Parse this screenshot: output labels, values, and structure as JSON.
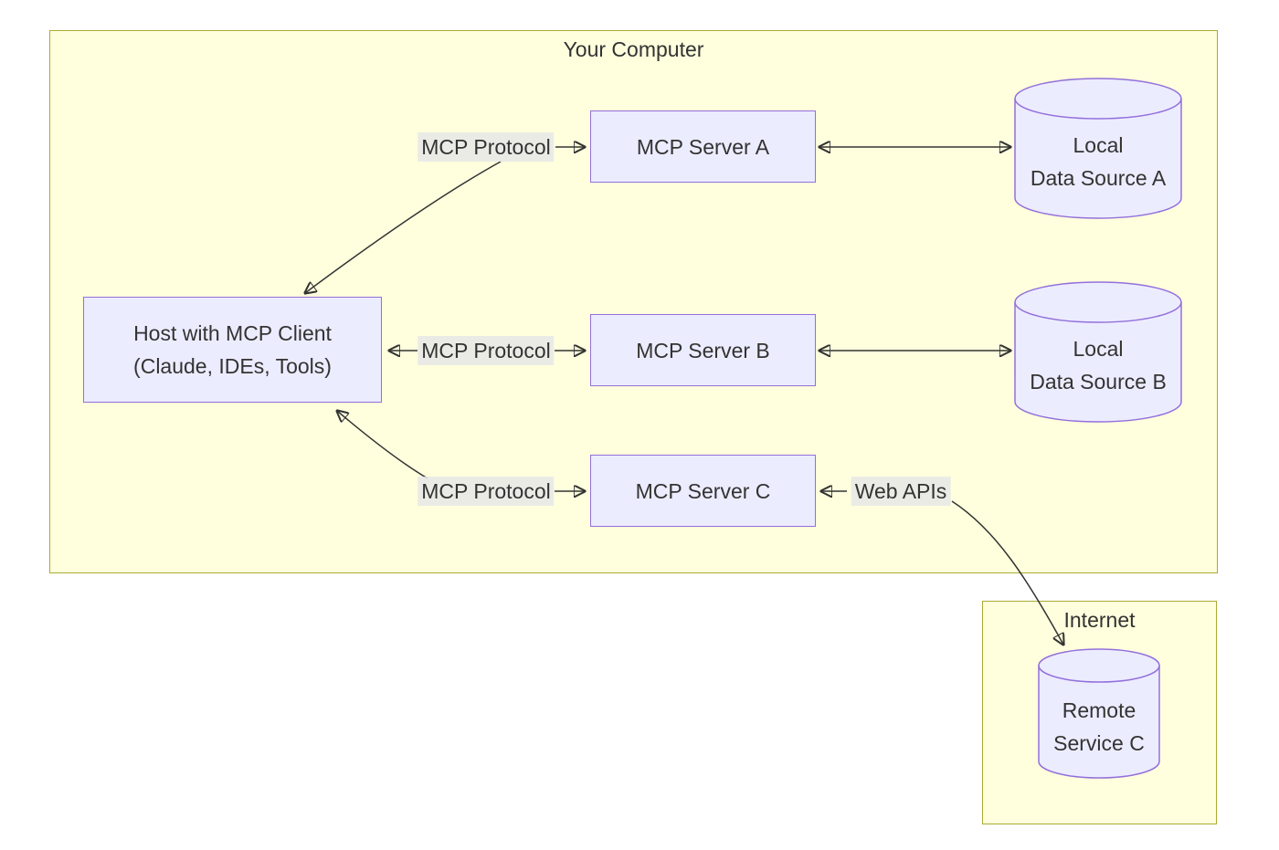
{
  "clusters": {
    "your_computer": {
      "label": "Your Computer"
    },
    "internet": {
      "label": "Internet"
    }
  },
  "nodes": {
    "host": {
      "line1": "Host with MCP Client",
      "line2": "(Claude, IDEs, Tools)"
    },
    "server_a": {
      "label": "MCP Server A"
    },
    "server_b": {
      "label": "MCP Server B"
    },
    "server_c": {
      "label": "MCP Server C"
    },
    "data_source_a": {
      "line1": "Local",
      "line2": "Data Source A"
    },
    "data_source_b": {
      "line1": "Local",
      "line2": "Data Source B"
    },
    "remote_service_c": {
      "line1": "Remote",
      "line2": "Service C"
    }
  },
  "edge_labels": {
    "mcp_protocol_a": "MCP Protocol",
    "mcp_protocol_b": "MCP Protocol",
    "mcp_protocol_c": "MCP Protocol",
    "web_apis": "Web APIs"
  },
  "colors": {
    "background": "#ffffff",
    "cluster_fill": "#ffffde",
    "cluster_border": "#aaaa33",
    "node_fill": "#ECECFF",
    "node_border": "#9370DB",
    "edge_label_bg": "#e8e8e8",
    "text": "#333333",
    "arrow": "#333333"
  }
}
